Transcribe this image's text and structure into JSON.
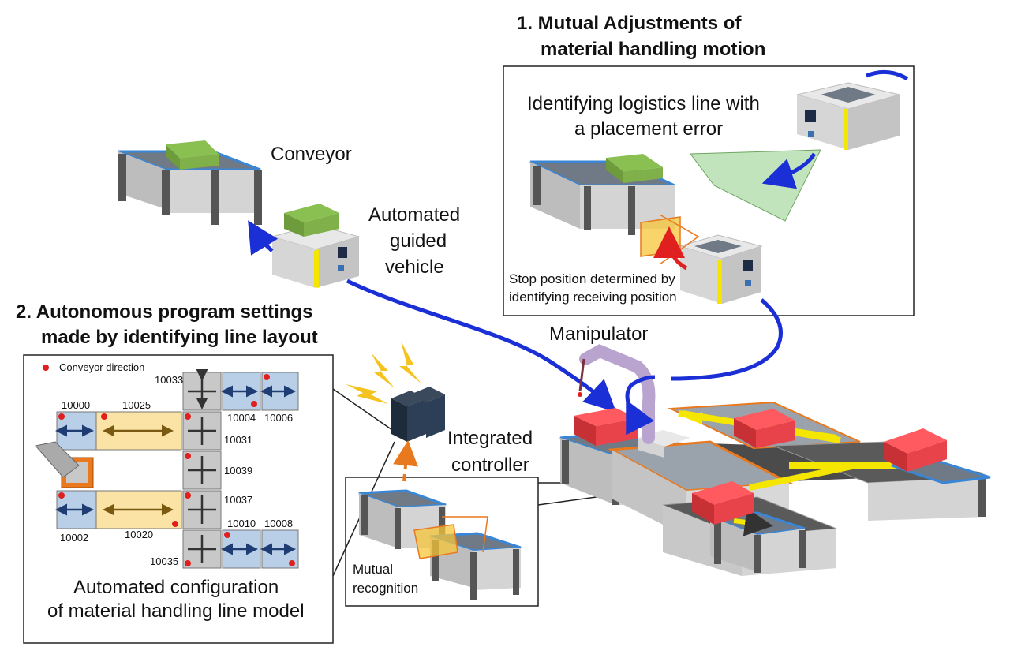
{
  "headings": {
    "mutual_adjustments_line1": "1. Mutual Adjustments of",
    "mutual_adjustments_line2": "material handling motion",
    "autonomous_program_line1": "2. Autonomous program settings",
    "autonomous_program_line2": "made by identifying line layout"
  },
  "labels": {
    "conveyor": "Conveyor",
    "agv_line1": "Automated",
    "agv_line2": "guided",
    "agv_line3": "vehicle",
    "manipulator": "Manipulator",
    "integrated_line1": "Integrated",
    "integrated_line2": "controller"
  },
  "panel_top_right": {
    "identifying_line1": "Identifying logistics line with",
    "identifying_line2": "a placement error",
    "stop_line1": "Stop position determined by",
    "stop_line2": "identifying receiving position"
  },
  "panel_left": {
    "legend": "Conveyor direction",
    "caption_line1": "Automated configuration",
    "caption_line2": "of material handling line model",
    "ids": {
      "a": "10033",
      "b": "10000",
      "c": "10025",
      "d": "10004",
      "e": "10006",
      "f": "10031",
      "g": "10039",
      "h": "10037",
      "i": "10010",
      "j": "10008",
      "k": "10002",
      "l": "10020",
      "m": "10035"
    }
  },
  "panel_bottom": {
    "mutual_line1": "Mutual",
    "mutual_line2": "recognition"
  },
  "colors": {
    "conveyor_body": "#cfcfcf",
    "conveyor_top": "#6f7a86",
    "conveyor_edge": "#3a86d6",
    "green_box": "#7fb04a",
    "red_box": "#e8434a",
    "blue_arrow": "#1a2fd6",
    "orange": "#e8791f",
    "yellow": "#f5e600",
    "tile_blue": "#b9cfe8",
    "tile_tan": "#fbe3a6",
    "tile_gray": "#c8c8c8"
  }
}
